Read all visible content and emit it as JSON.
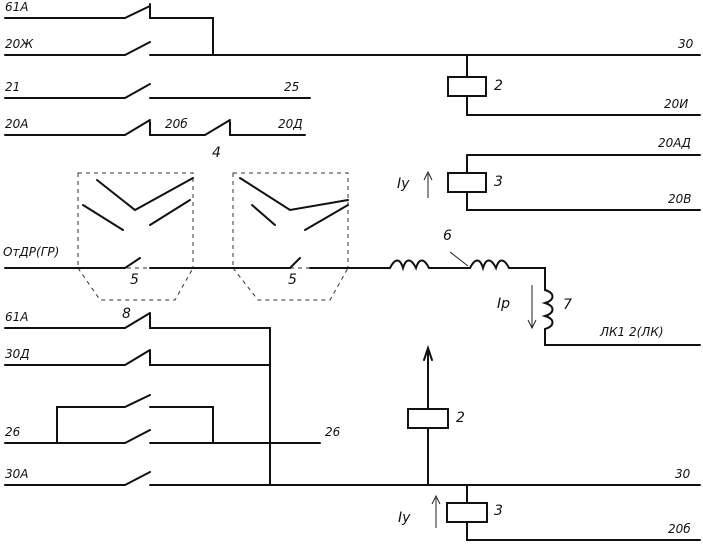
{
  "wires": {
    "top_left": [
      "61А",
      "20Ж",
      "21",
      "20А"
    ],
    "top_mid": [
      "25",
      "20б",
      "20Д"
    ],
    "top_right": [
      "30",
      "20И",
      "20АД",
      "20В"
    ],
    "main_in": "ОтДР(ГР)",
    "main_out": "ЛК1 2(ЛК)",
    "bottom_left": [
      "61А",
      "30Д",
      "26",
      "30А"
    ],
    "bottom_mid": "26",
    "bottom_right": [
      "30",
      "20б"
    ]
  },
  "numbers": {
    "coil2_top": "2",
    "coil3_top": "3",
    "arc_chute": "4",
    "contact5a": "5",
    "contact5b": "5",
    "blowout_coil": "6",
    "series_coil": "7",
    "aux_contact": "8",
    "coil2_bottom": "2",
    "coil3_bottom": "3"
  },
  "currents": {
    "iy_top": "Iу",
    "ip": "Iр",
    "iy_bottom": "Iу"
  }
}
